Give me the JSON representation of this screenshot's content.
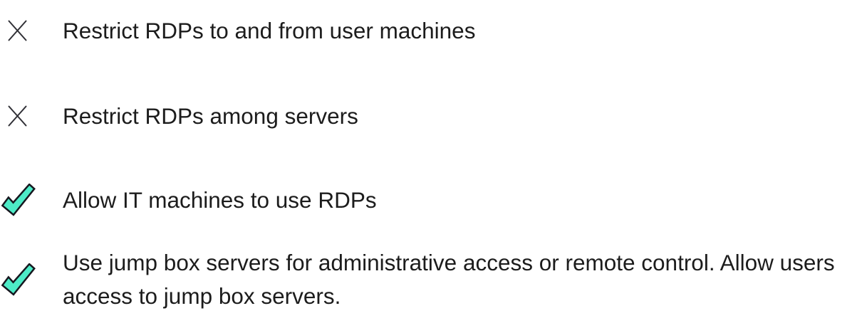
{
  "checklist": {
    "items": [
      {
        "status": "not-allowed",
        "icon": "x-mark-icon",
        "text": "Restrict RDPs to and from user machines"
      },
      {
        "status": "not-allowed",
        "icon": "x-mark-icon",
        "text": "Restrict RDPs among servers"
      },
      {
        "status": "allowed",
        "icon": "checkmark-icon",
        "text": "Allow IT machines to use RDPs"
      },
      {
        "status": "allowed",
        "icon": "checkmark-icon",
        "text": "Use jump box servers for administrative access or remote control. Allow users access to jump box servers."
      }
    ],
    "colors": {
      "background": "#FFFFFF",
      "text": "#1C1C1C",
      "x_stroke": "#303036",
      "check_fill": "#4DEBC7",
      "check_stroke": "#16161E"
    }
  }
}
